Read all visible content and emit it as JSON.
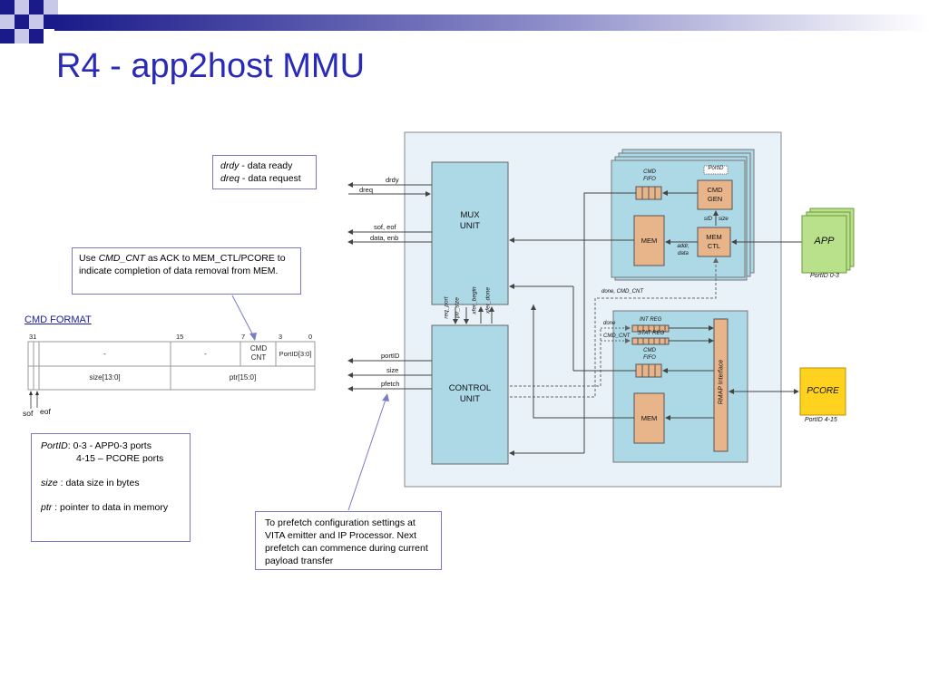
{
  "slide": {
    "title": "R4 - app2host MMU"
  },
  "notes": {
    "drdy_term": "drdy",
    "drdy_desc": " - data ready",
    "dreq_term": "dreq",
    "dreq_desc": " - data request",
    "ack_pre": "Use ",
    "ack_term": "CMD_CNT",
    "ack_post": " as ACK to MEM_CTL/PCORE to indicate completion of data removal from MEM.",
    "portid_term": "PortID",
    "portid_line1": ": 0-3   - APP0-3 ports",
    "portid_line2": "4-15 – PCORE ports",
    "size_term": "size",
    "size_desc": " : data size in bytes",
    "ptr_term": "ptr",
    "ptr_desc": " : pointer to data in memory",
    "prefetch": "To prefetch configuration settings at VITA emitter and IP Processor. Next prefetch can commence during current payload transfer"
  },
  "cmd_format": {
    "heading": "CMD FORMAT",
    "bits": [
      "31",
      "15",
      "7",
      "3",
      "0"
    ],
    "row1": [
      "-",
      "-",
      "CMD CNT",
      "PortID[3:0]"
    ],
    "row2": [
      "size[13:0]",
      "ptr[15:0]"
    ],
    "flags": [
      "sof",
      "eof"
    ]
  },
  "diagram": {
    "mux_unit": "MUX UNIT",
    "control_unit": "CONTROL UNIT",
    "left_signals_top": [
      "drdy",
      "dreq",
      "sof, eof",
      "data, enb"
    ],
    "left_signals_bottom": [
      "portID",
      "size",
      "pfetch"
    ],
    "vertical_signals": [
      "req_port",
      "ptr_size",
      "xfer_begin",
      "xfer_done"
    ],
    "cmd_fifo": "CMD FIFO",
    "cmd_gen": "CMD GEN",
    "mem": "MEM",
    "mem_ctl": "MEM CTL",
    "portid_tag": "PortID",
    "sid": "sID",
    "size": "size",
    "addr_data": "addr, data",
    "done_cmd_cnt": "done, CMD_CNT",
    "done": "done",
    "cmd_cnt": "CMD_CNT",
    "int_reg": "INT REG",
    "stat_reg": "STAT REG",
    "rmap": "RMAP Interface",
    "app": "APP",
    "app_ports": "PortID 0-3",
    "pcore": "PCORE",
    "pcore_ports": "PortID 4-15"
  },
  "colors": {
    "title": "#2a2ab8",
    "unit_fill": "#add8e6",
    "mem_fill": "#e8b48a",
    "app_fill": "#b9e08a",
    "pcore_fill": "#ffd21f",
    "panel_fill": "#e9f2f8"
  }
}
